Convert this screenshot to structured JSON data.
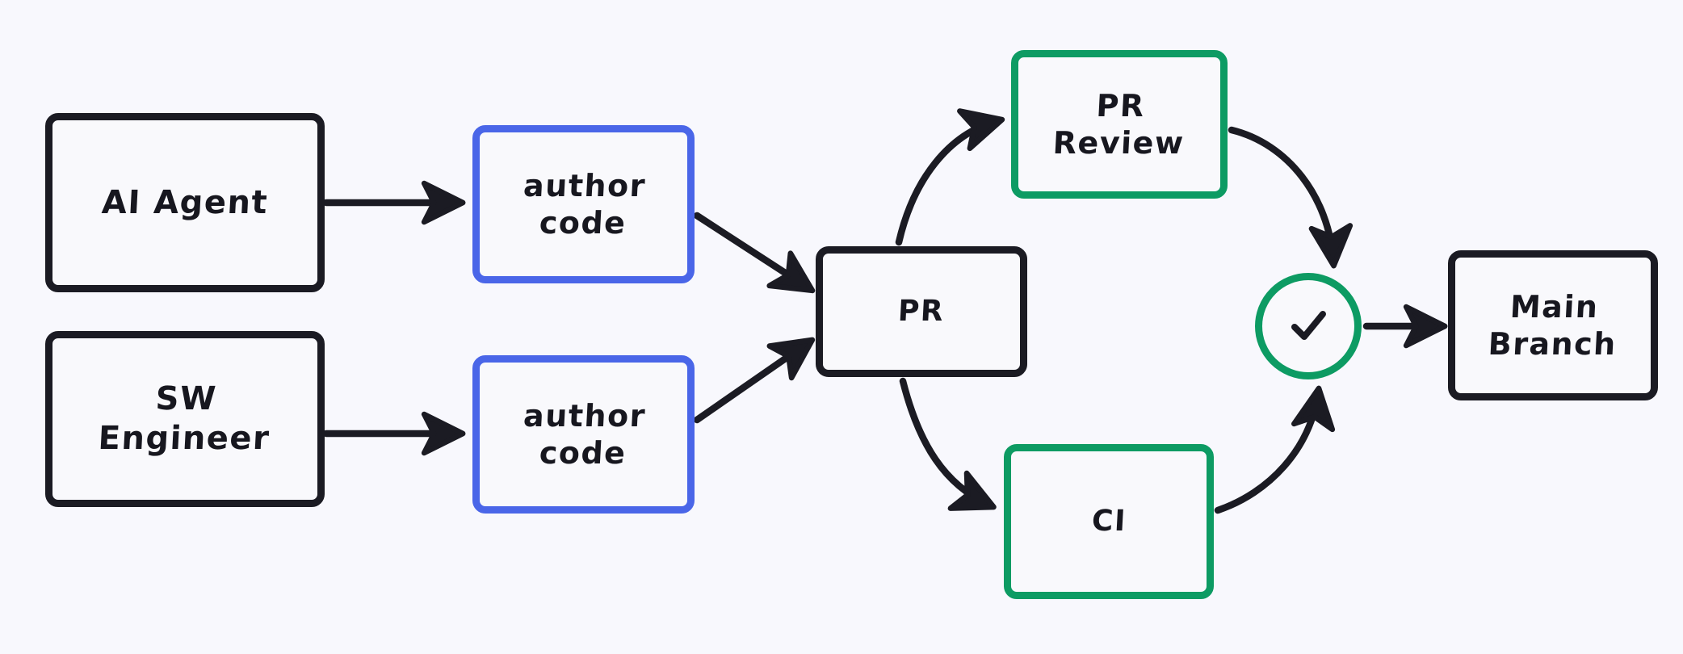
{
  "diagram": {
    "title": "Code authoring to main branch workflow",
    "background_color": "#f8f8fd",
    "colors": {
      "dark": "#1b1b23",
      "blue": "#4a66e8",
      "green": "#0d9b63",
      "node_fill": "#f9f9fc",
      "text": "#17171f"
    },
    "nodes": [
      {
        "id": "ai-agent",
        "label": "AI Agent",
        "style": "dark"
      },
      {
        "id": "sw-engineer",
        "label": "SW\nEngineer",
        "style": "dark"
      },
      {
        "id": "author-code-1",
        "label": "author\ncode",
        "style": "blue"
      },
      {
        "id": "author-code-2",
        "label": "author\ncode",
        "style": "blue"
      },
      {
        "id": "pr",
        "label": "PR",
        "style": "dark"
      },
      {
        "id": "pr-review",
        "label": "PR\nReview",
        "style": "green"
      },
      {
        "id": "ci",
        "label": "CI",
        "style": "green"
      },
      {
        "id": "check",
        "label": "check-icon",
        "style": "green"
      },
      {
        "id": "main-branch",
        "label": "Main\nBranch",
        "style": "dark"
      }
    ],
    "edges": [
      {
        "from": "ai-agent",
        "to": "author-code-1",
        "shape": "straight"
      },
      {
        "from": "sw-engineer",
        "to": "author-code-2",
        "shape": "straight"
      },
      {
        "from": "author-code-1",
        "to": "pr",
        "shape": "straight"
      },
      {
        "from": "author-code-2",
        "to": "pr",
        "shape": "straight"
      },
      {
        "from": "pr",
        "to": "pr-review",
        "shape": "curve"
      },
      {
        "from": "pr",
        "to": "ci",
        "shape": "curve"
      },
      {
        "from": "pr-review",
        "to": "check",
        "shape": "curve"
      },
      {
        "from": "ci",
        "to": "check",
        "shape": "curve"
      },
      {
        "from": "check",
        "to": "main-branch",
        "shape": "straight"
      }
    ]
  }
}
